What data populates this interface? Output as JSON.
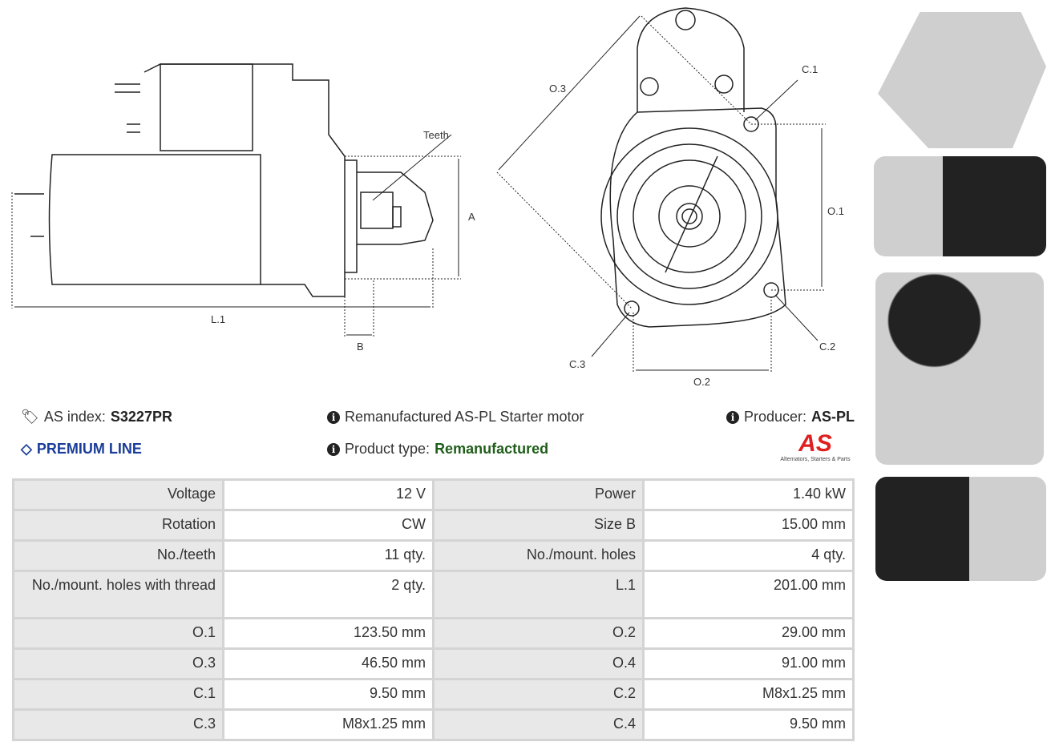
{
  "diagram_labels": {
    "teeth": "Teeth",
    "a": "A",
    "b": "B",
    "l1": "L.1",
    "o1": "O.1",
    "o2": "O.2",
    "o3": "O.3",
    "c1": "C.1",
    "c2": "C.2",
    "c3": "C.3"
  },
  "info": {
    "as_index_label": "AS index:",
    "as_index_value": "S3227PR",
    "premium": "PREMIUM LINE",
    "description": "Remanufactured AS-PL Starter motor",
    "product_type_label": "Product type:",
    "product_type_value": "Remanufactured",
    "producer_label": "Producer:",
    "producer_value": "AS-PL",
    "logo_text": "AS",
    "logo_tagline": "Alternators, Starters & Parts"
  },
  "colors": {
    "premium": "#1a3d99",
    "remanufactured": "#1f5e1a",
    "logo": "#e02020"
  },
  "specs": [
    [
      "Voltage",
      "12 V",
      "Power",
      "1.40 kW"
    ],
    [
      "Rotation",
      "CW",
      "Size B",
      "15.00 mm"
    ],
    [
      "No./teeth",
      "11 qty.",
      "No./mount. holes",
      "4 qty."
    ],
    [
      "No./mount. holes with thread",
      "2 qty.",
      "L.1",
      "201.00 mm"
    ],
    [
      "O.1",
      "123.50 mm",
      "O.2",
      "29.00 mm"
    ],
    [
      "O.3",
      "46.50 mm",
      "O.4",
      "91.00 mm"
    ],
    [
      "C.1",
      "9.50 mm",
      "C.2",
      "M8x1.25 mm"
    ],
    [
      "C.3",
      "M8x1.25 mm",
      "C.4",
      "9.50 mm"
    ]
  ]
}
